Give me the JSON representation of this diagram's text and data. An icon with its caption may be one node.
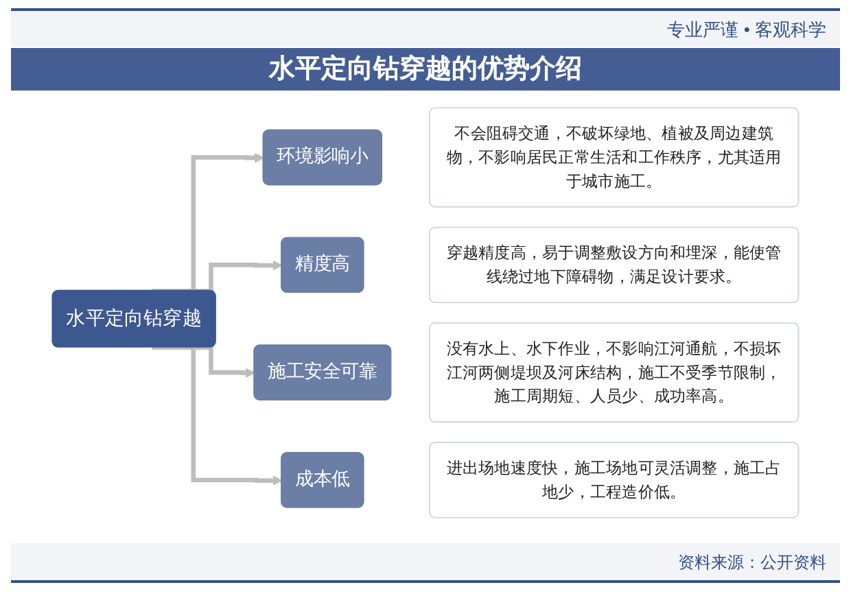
{
  "diagram": {
    "title": "水平定向钻穿越的优势介绍",
    "nodes": [
      {
        "text": [
          "水平定向钻穿越"
        ]
      },
      {
        "text": [
          "环境影响小"
        ]
      },
      {
        "text": [
          "不会阻碍交通，不破坏绿地、植被及周边建筑物，不影响居民正常生活和工作秩序，尤其适用于城市施工。"
        ]
      },
      {
        "text": [
          "精度高"
        ]
      },
      {
        "text": [
          "穿越精度高，易于调整敷设方向和埋深，能使管线绕过地下障碍物，满足设计要求。"
        ]
      },
      {
        "text": [
          "施工安全可靠"
        ]
      },
      {
        "text": [
          "没有水上、水下作业，不影响江河通航，不损坏江河两侧堤坝及河床结构，施工不受季节限制，施工周期短、人员少、成功率高。"
        ]
      },
      {
        "text": [
          "成本低"
        ]
      },
      {
        "text": [
          "进出场地速度快，施工场地可灵活调整，施工占地少，工程造价低。"
        ]
      }
    ],
    "edges": [
      {
        "from": 0,
        "to": 1,
        "arrow": "to"
      },
      {
        "from": 0,
        "to": 3,
        "arrow": "to"
      },
      {
        "from": 0,
        "to": 5,
        "arrow": "to"
      },
      {
        "from": 0,
        "to": 7,
        "arrow": "to"
      }
    ],
    "labels": [
      "专业严谨 • 客观科学",
      "资料来源：公开资料"
    ]
  }
}
